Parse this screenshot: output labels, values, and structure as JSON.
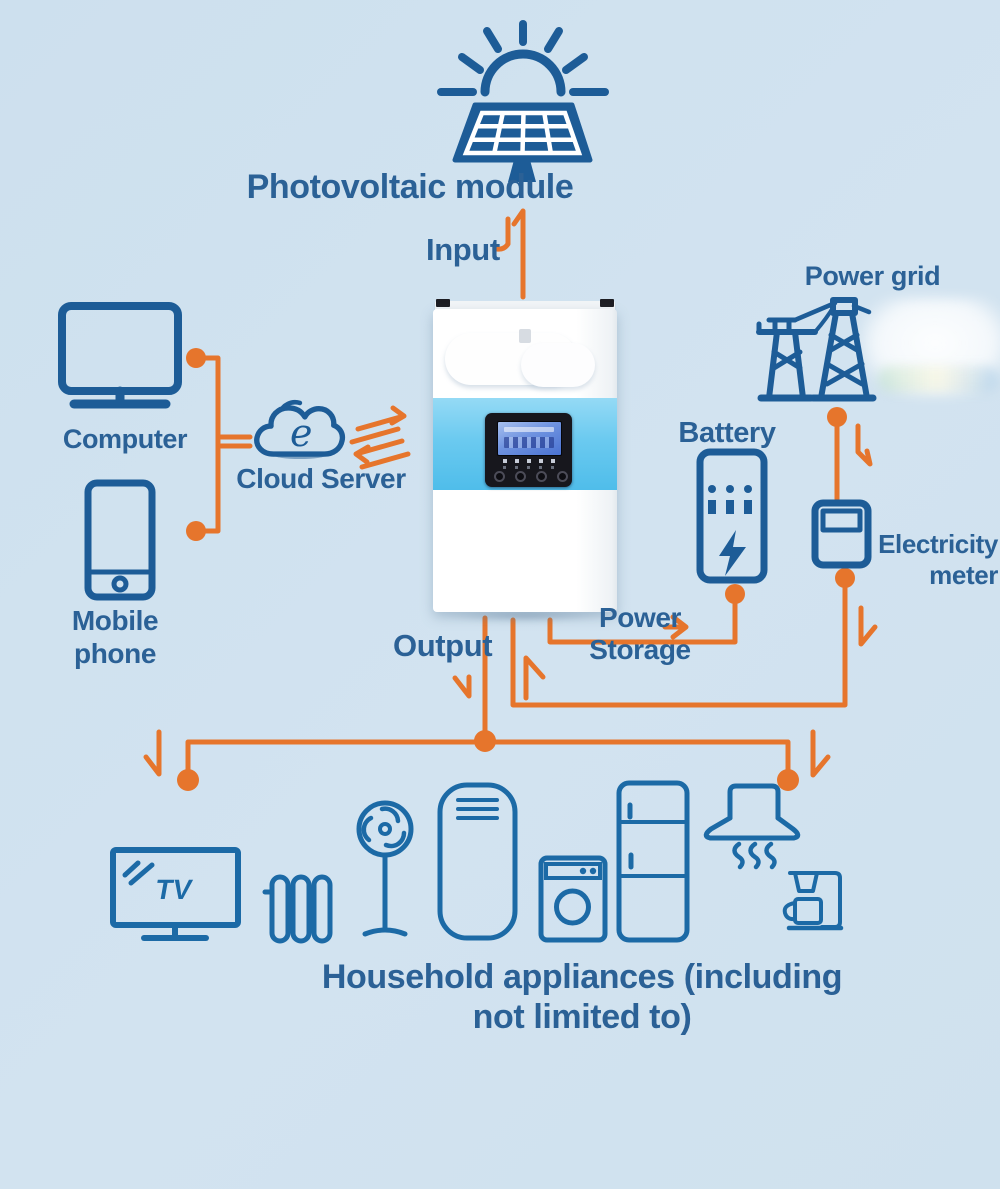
{
  "diagram_title": "Hybrid solar inverter system diagram",
  "colors": {
    "background": "#cfe1ee",
    "primary_blue": "#1d5c97",
    "text_blue": "#2b6196",
    "appliance_blue": "#1c6aa6",
    "connector_orange": "#e6752c",
    "inverter_band_blue": "#5fc4ee"
  },
  "labels": {
    "photovoltaic": "Photovoltaic module",
    "input": "Input",
    "power_grid": "Power grid",
    "computer": "Computer",
    "cloud_server": "Cloud Server",
    "cloud_letter": "e",
    "mobile_line1": "Mobile",
    "mobile_line2": "phone",
    "battery": "Battery",
    "electricity_line1": "Electricity",
    "electricity_line2": "meter",
    "output": "Output",
    "storage_line1": "Power",
    "storage_line2": "Storage",
    "tv": "TV",
    "household_line1": "Household appliances (including",
    "household_line2": "not limited to)"
  },
  "icons": {
    "solar-panel-icon": "solar panel with sun rays",
    "towers-icon": "power transmission towers",
    "monitor-icon": "desktop computer monitor",
    "phone-icon": "smartphone",
    "cloud-icon": "cloud with letter e",
    "inverter-device": "wall-mounted hybrid inverter with LCD panel",
    "battery-icon": "battery cabinet with lightning bolt",
    "meter-icon": "electricity meter box",
    "appliances": [
      "tv",
      "radiator",
      "standing-fan",
      "tower-air-conditioner",
      "washing-machine",
      "refrigerator",
      "range-hood",
      "coffee-maker"
    ]
  },
  "connections": [
    "photovoltaic-module -> inverter (Input)",
    "computer/mobile-phone <-> cloud-server <-> inverter",
    "power-grid -> electricity-meter -> inverter",
    "inverter -> battery (Power Storage)",
    "inverter -> household-appliances (Output)"
  ]
}
